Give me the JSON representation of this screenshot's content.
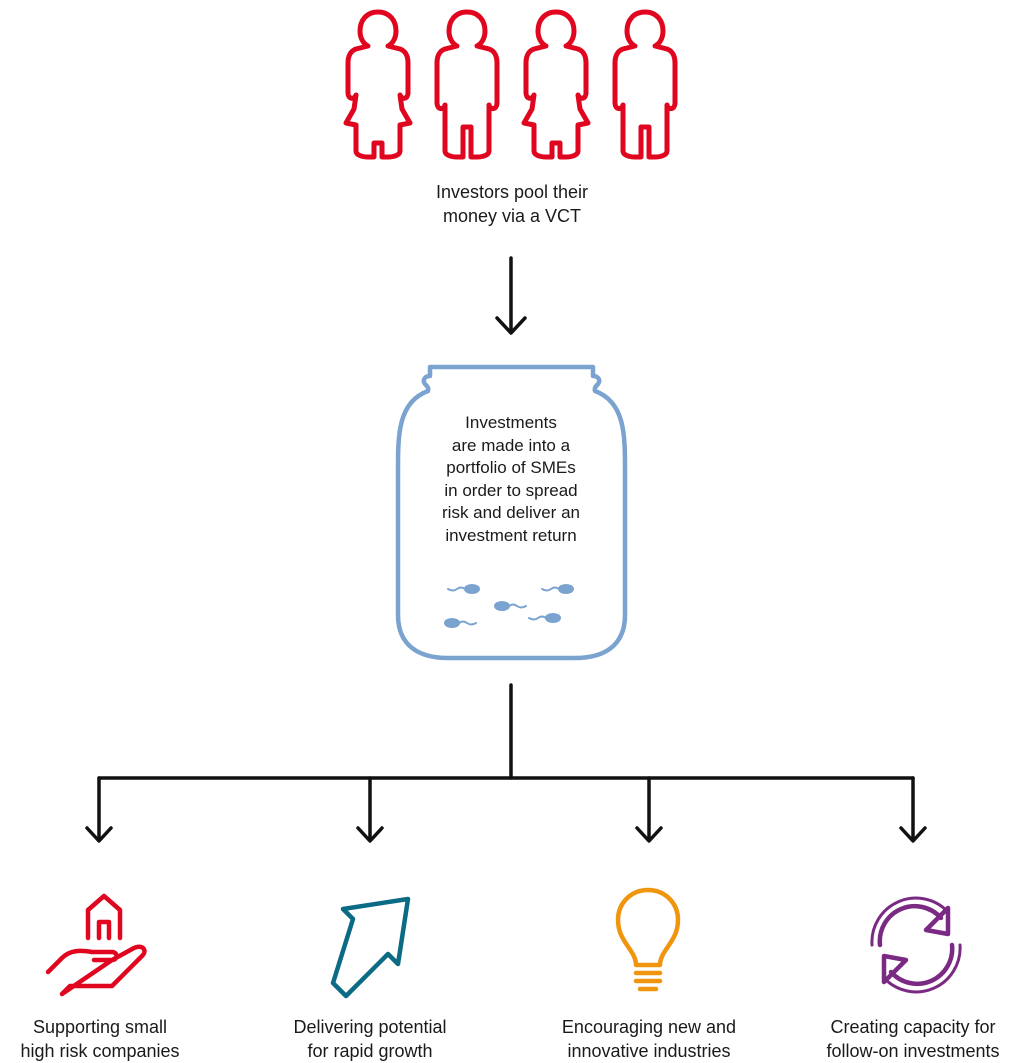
{
  "investors": {
    "label": "Investors pool their money via a VCT",
    "line1": "Investors pool their",
    "line2": "money via a VCT",
    "color": "#e0061f"
  },
  "jar": {
    "lines": [
      "Investments",
      "are made into a",
      "portfolio of SMEs",
      "in order to spread",
      "risk and deliver an",
      "investment return"
    ],
    "color": "#7ba3cf"
  },
  "outcomes": [
    {
      "icon": "house-in-hand-icon",
      "color": "#e0061f",
      "line1": "Supporting small",
      "line2": "high risk companies"
    },
    {
      "icon": "growth-arrow-icon",
      "color": "#0b6b84",
      "line1": "Delivering potential",
      "line2": "for rapid growth"
    },
    {
      "icon": "lightbulb-icon",
      "color": "#f0950e",
      "line1": "Encouraging new and",
      "line2": "innovative industries"
    },
    {
      "icon": "refresh-cycle-icon",
      "color": "#7b2a84",
      "line1": "Creating capacity for",
      "line2": "follow-on investments"
    }
  ],
  "connector_color": "#111111"
}
